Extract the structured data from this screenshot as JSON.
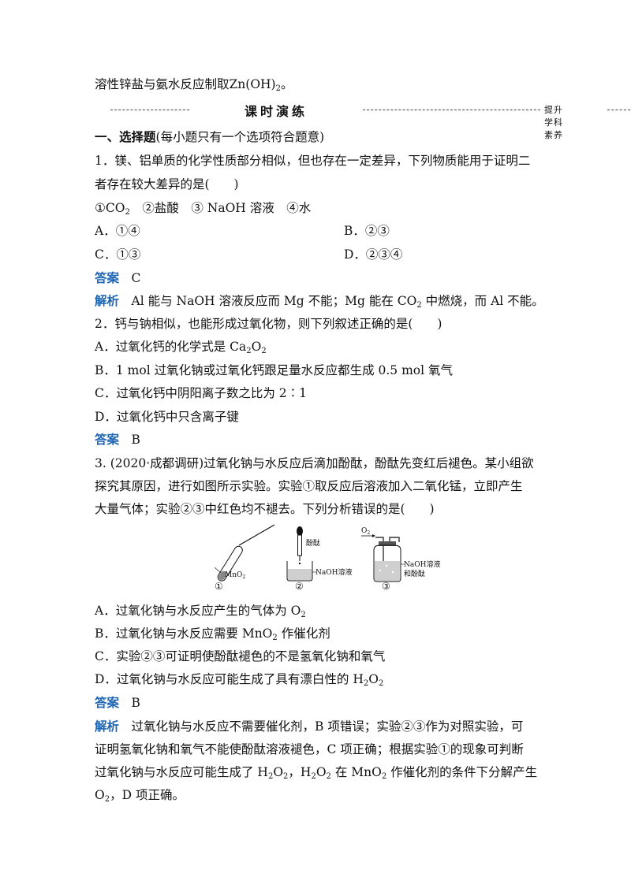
{
  "intro": {
    "prefix": "溶性锌盐与氨水反应制取",
    "formula_pre": "Zn(OH)",
    "formula_sub": "2",
    "suffix": "。"
  },
  "banner": {
    "title": "课时演练",
    "right": "提升学科素养"
  },
  "section": {
    "heading": "一、选择题",
    "note": "(每小题只有一个选项符合题意)"
  },
  "q1": {
    "stem_l1": "1．镁、铝单质的化学性质部分相似，但也存在一定差异，下列物质能用于证明二",
    "stem_l2": "者存在较大差异的是(　　)",
    "items_a": "①CO",
    "items_a_sub": "2",
    "items_b": "　②盐酸　③ NaOH 溶液　④水",
    "optA": "A．①④",
    "optB": "B．②③",
    "optC": "C．①③",
    "optD": "D．②③④",
    "answer_label": "答案",
    "answer": "C",
    "expl_label": "解析",
    "expl_pre": "Al 能与 NaOH 溶液反应而 Mg 不能；Mg 能在 CO",
    "expl_sub": "2",
    "expl_post": " 中燃烧，而 Al 不能。"
  },
  "q2": {
    "stem": "2．钙与钠相似，也能形成过氧化物，则下列叙述正确的是(　　)",
    "optA_pre": "A．过氧化钙的化学式是 Ca",
    "optA_s1": "2",
    "optA_mid": "O",
    "optA_s2": "2",
    "optB": "B．1 mol 过氧化钠或过氧化钙跟足量水反应都生成 0.5 mol 氧气",
    "optC": "C．过氧化钙中阴阳离子数之比为 2∶1",
    "optD": "D．过氧化钙中只含离子键",
    "answer_label": "答案",
    "answer": "B"
  },
  "q3": {
    "stem_l1": "3. (2020·成都调研)过氧化钠与水反应后滴加酚酞，酚酞先变红后褪色。某小组欲",
    "stem_l2": "探究其原因，进行如图所示实验。实验①取反应后溶液加入二氧化锰，立即产生",
    "stem_l3": "大量气体；实验②③中红色均不褪去。下列分析错误的是(　　)",
    "figure": {
      "mno2": "MnO",
      "mno2_sub": "2",
      "phenol": "酚酞",
      "naoh": "NaOH溶液",
      "o2": "O",
      "o2_sub": "2",
      "naoh2": "NaOH溶液",
      "naoh2b": "和酚酞",
      "n1": "①",
      "n2": "②",
      "n3": "③"
    },
    "optA_pre": "A．过氧化钠与水反应产生的气体为 O",
    "optA_sub": "2",
    "optB_pre": "B．过氧化钠与水反应需要 MnO",
    "optB_sub": "2",
    "optB_post": " 作催化剂",
    "optC": "C．实验②③可证明使酚酞褪色的不是氢氧化钠和氧气",
    "optD_pre": "D．过氧化钠与水反应可能生成了具有漂白性的 H",
    "optD_s1": "2",
    "optD_mid": "O",
    "optD_s2": "2",
    "answer_label": "答案",
    "answer": "B",
    "expl_label": "解析",
    "expl_l1": "　过氧化钠与水反应不需要催化剂，B 项错误；实验②③作为对照实验，可",
    "expl_l2": "证明氢氧化钠和氧气不能使酚酞溶液褪色，C 项正确；根据实验①的现象可判断",
    "expl_l3_a": "过氧化钠与水反应可能生成了 H",
    "expl_l3_s1": "2",
    "expl_l3_b": "O",
    "expl_l3_s2": "2",
    "expl_l3_c": "，H",
    "expl_l3_s3": "2",
    "expl_l3_d": "O",
    "expl_l3_s4": "2",
    "expl_l3_e": " 在 MnO",
    "expl_l3_s5": "2",
    "expl_l3_f": " 作催化剂的条件下分解产生",
    "expl_l4_a": "O",
    "expl_l4_s": "2",
    "expl_l4_b": "，D 项正确。"
  }
}
